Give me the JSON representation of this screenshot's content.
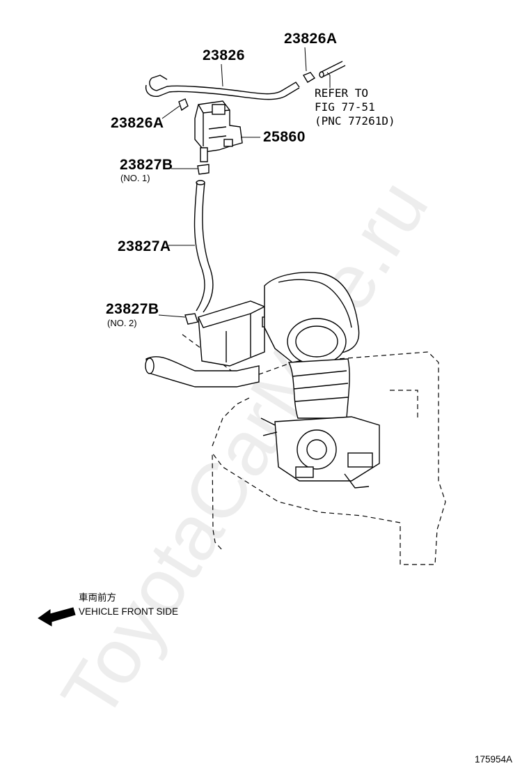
{
  "watermark": "ToyotaCarMine.ru",
  "callouts": {
    "clamp_top_right": "23826A",
    "hose_top": "23826",
    "clamp_left": "23826A",
    "valve": "25860",
    "clamp_no1": "23827B",
    "clamp_no1_note": "(NO. 1)",
    "hose_vertical": "23827A",
    "clamp_no2": "23827B",
    "clamp_no2_note": "(NO. 2)"
  },
  "reference": {
    "line1": "REFER TO",
    "line2": "FIG 77-51",
    "line3": "(PNC 77261D)"
  },
  "direction": {
    "jp_label": "車両前方",
    "en_label": "VEHICLE FRONT SIDE"
  },
  "figure_id": "175954A"
}
